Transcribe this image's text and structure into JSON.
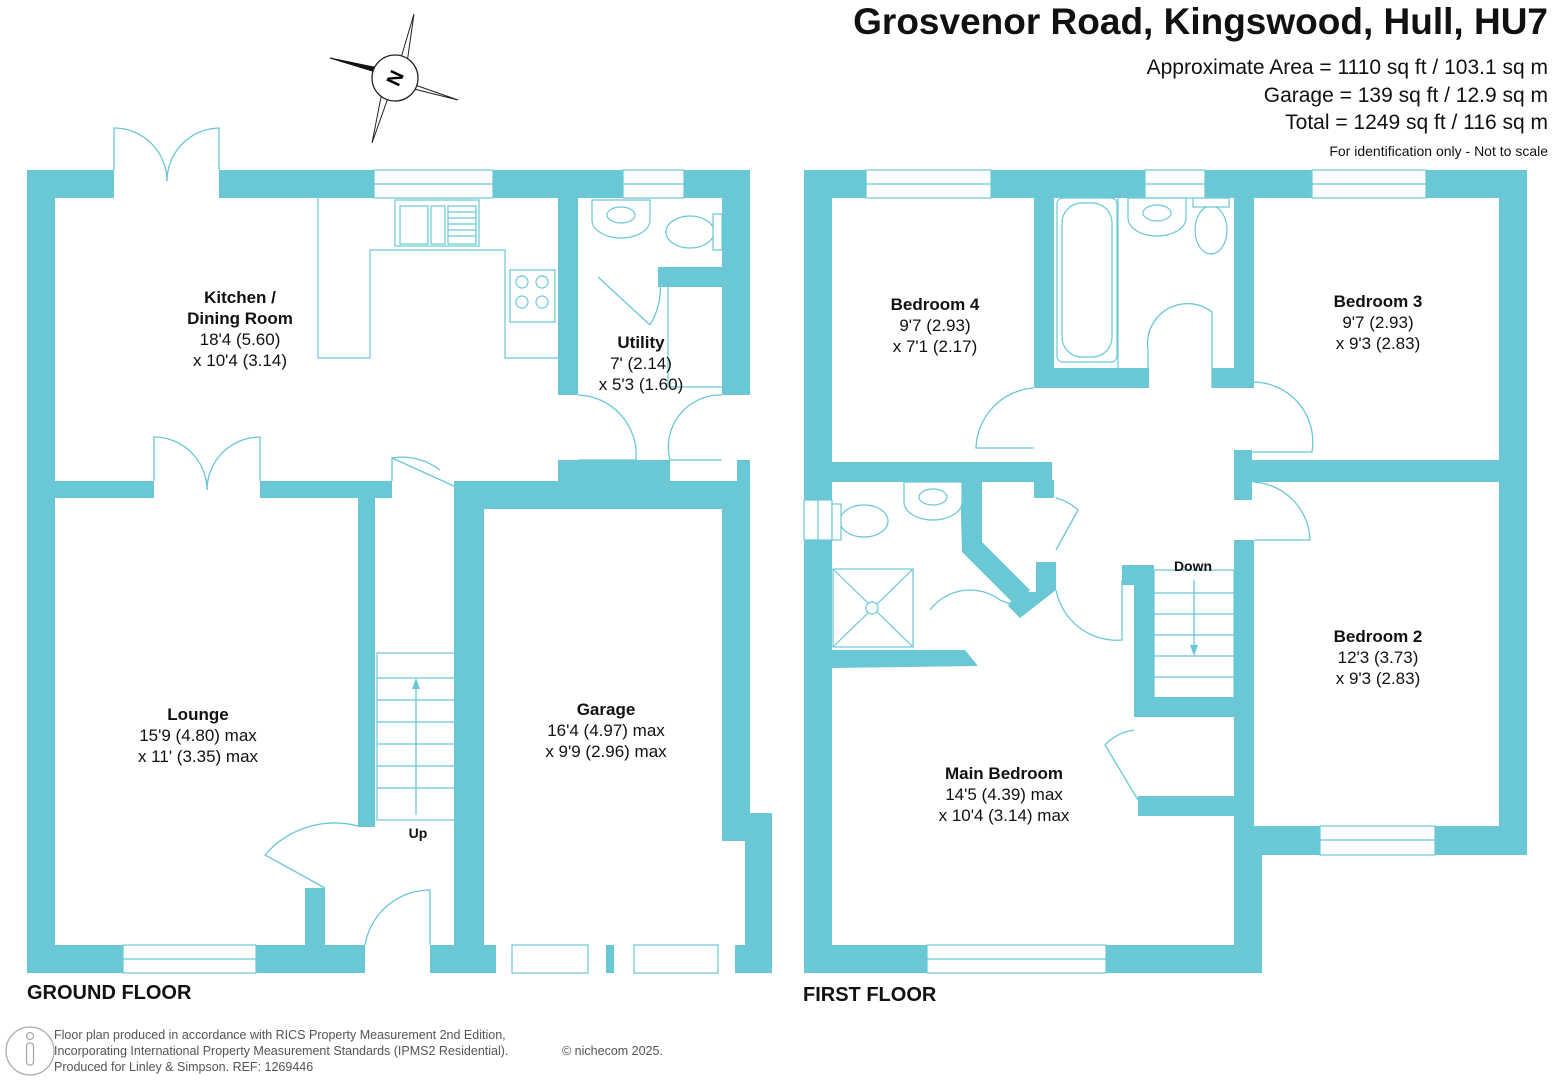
{
  "header": {
    "title": "Grosvenor Road, Kingswood, Hull, HU7",
    "area_lines": [
      "Approximate Area = 1110 sq ft / 103.1 sq m",
      "Garage = 139 sq ft / 12.9 sq m",
      "Total = 1249 sq ft / 116 sq m"
    ],
    "note": "For identification only - Not to scale"
  },
  "compass": {
    "label": "N"
  },
  "ground_floor": {
    "label": "GROUND FLOOR",
    "stairs_label": "Up",
    "rooms": {
      "kitchen": {
        "name_line1": "Kitchen /",
        "name_line2": "Dining Room",
        "dim1": "18'4 (5.60)",
        "dim2": "x 10'4 (3.14)"
      },
      "utility": {
        "name": "Utility",
        "dim1": "7' (2.14)",
        "dim2": "x 5'3 (1.60)"
      },
      "lounge": {
        "name": "Lounge",
        "dim1": "15'9 (4.80) max",
        "dim2": "x 11' (3.35) max"
      },
      "garage": {
        "name": "Garage",
        "dim1": "16'4 (4.97) max",
        "dim2": "x 9'9 (2.96) max"
      }
    }
  },
  "first_floor": {
    "label": "FIRST FLOOR",
    "stairs_label": "Down",
    "rooms": {
      "bedroom4": {
        "name": "Bedroom 4",
        "dim1": "9'7 (2.93)",
        "dim2": "x 7'1 (2.17)"
      },
      "bedroom3": {
        "name": "Bedroom 3",
        "dim1": "9'7 (2.93)",
        "dim2": "x 9'3 (2.83)"
      },
      "bedroom2": {
        "name": "Bedroom 2",
        "dim1": "12'3 (3.73)",
        "dim2": "x 9'3 (2.83)"
      },
      "main_bedroom": {
        "name": "Main Bedroom",
        "dim1": "14'5 (4.39) max",
        "dim2": "x 10'4 (3.14) max"
      }
    }
  },
  "footer": {
    "line1": "Floor plan produced in accordance with RICS Property Measurement 2nd Edition,",
    "line2": "Incorporating International Property Measurement Standards (IPMS2 Residential).",
    "copyright": "© nichecom 2025.",
    "line3": "Produced for Linley & Simpson.   REF:  1269446"
  },
  "colors": {
    "wall": "#6ac7d6",
    "text": "#111111"
  }
}
